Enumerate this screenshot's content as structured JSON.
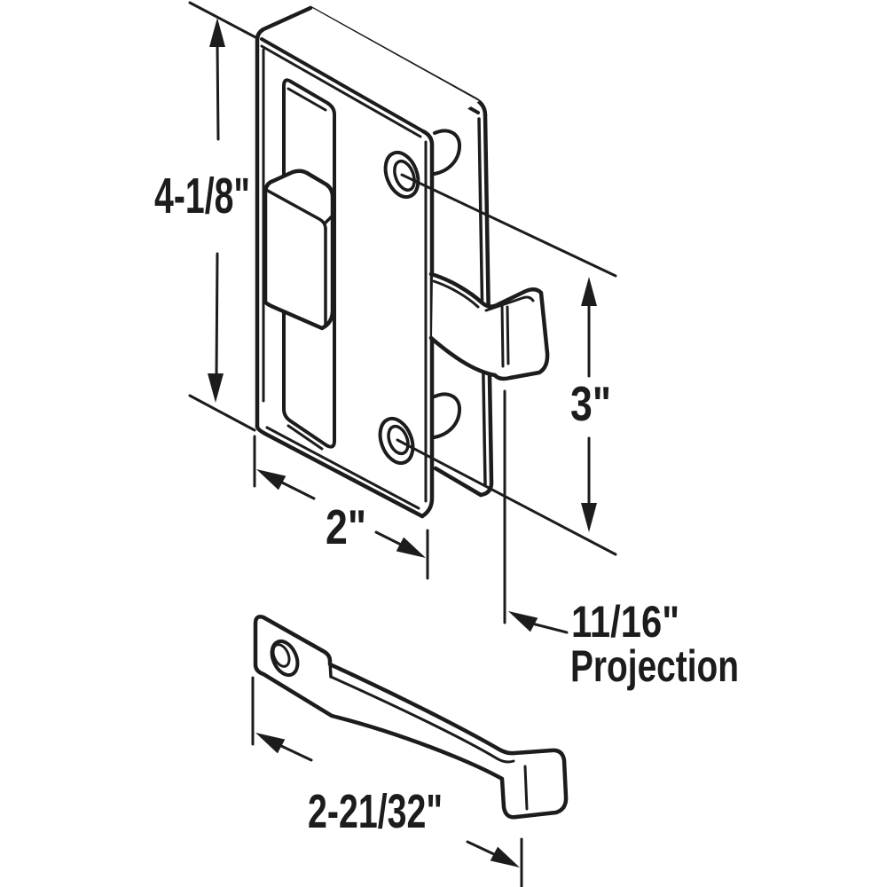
{
  "figure": {
    "background": "#ffffff",
    "line_color": "#1c1c1c",
    "labels": {
      "height": "4-1/8\"",
      "width": "2\"",
      "hole_spacing": "3\"",
      "projection_value": "11/16\"",
      "projection_word": "Projection",
      "strike_length": "2-21/32\""
    }
  }
}
